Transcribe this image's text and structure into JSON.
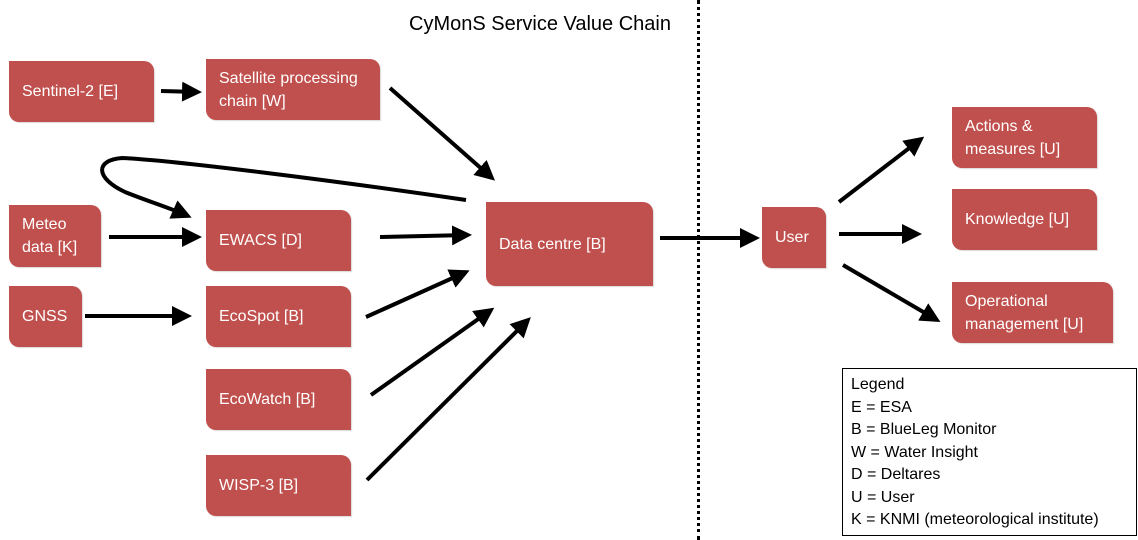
{
  "diagram": {
    "title": "CyMonS Service Value Chain",
    "colors": {
      "node_fill": "#c0504d",
      "node_text": "#ffffff",
      "edge": "#000000"
    },
    "nodes": [
      {
        "id": "sentinel-2",
        "label": "Sentinel-2 [E]"
      },
      {
        "id": "satellite-processing",
        "label": "Satellite processing chain [W]"
      },
      {
        "id": "meteo-data",
        "label": "Meteo data [K]"
      },
      {
        "id": "ewacs",
        "label": "EWACS [D]"
      },
      {
        "id": "gnss",
        "label": "GNSS"
      },
      {
        "id": "ecospot",
        "label": "EcoSpot [B]"
      },
      {
        "id": "ecowatch",
        "label": "EcoWatch [B]"
      },
      {
        "id": "wisp-3",
        "label": "WISP-3 [B]"
      },
      {
        "id": "data-centre",
        "label": "Data centre [B]"
      },
      {
        "id": "user",
        "label": "User"
      },
      {
        "id": "actions-measures",
        "label": "Actions & measures [U]"
      },
      {
        "id": "knowledge",
        "label": "Knowledge [U]"
      },
      {
        "id": "operational-management",
        "label": "Operational management [U]"
      }
    ],
    "edges": [
      {
        "from": "sentinel-2",
        "to": "satellite-processing"
      },
      {
        "from": "satellite-processing",
        "to": "data-centre"
      },
      {
        "from": "data-centre",
        "to": "ewacs"
      },
      {
        "from": "meteo-data",
        "to": "ewacs"
      },
      {
        "from": "ewacs",
        "to": "data-centre"
      },
      {
        "from": "gnss",
        "to": "ecospot"
      },
      {
        "from": "ecospot",
        "to": "data-centre"
      },
      {
        "from": "ecowatch",
        "to": "data-centre"
      },
      {
        "from": "wisp-3",
        "to": "data-centre"
      },
      {
        "from": "data-centre",
        "to": "user"
      },
      {
        "from": "user",
        "to": "actions-measures"
      },
      {
        "from": "user",
        "to": "knowledge"
      },
      {
        "from": "user",
        "to": "operational-management"
      }
    ],
    "legend": {
      "title": "Legend",
      "items": [
        "E = ESA",
        "B = BlueLeg Monitor",
        "W = Water Insight",
        "D = Deltares",
        "U = User",
        "K = KNMI (meteorological institute)"
      ]
    }
  }
}
